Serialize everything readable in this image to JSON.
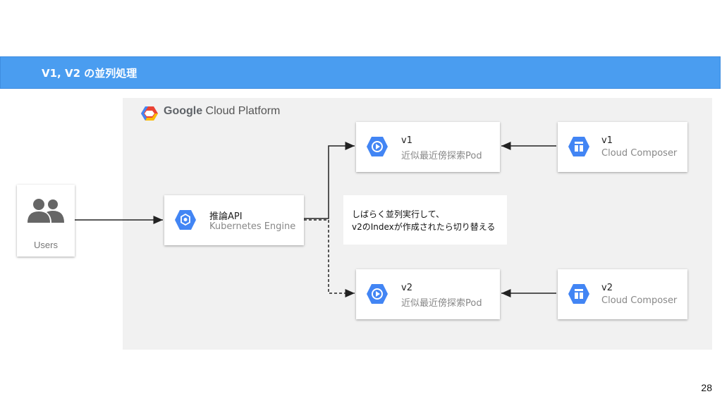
{
  "banner": {
    "title": "V1, V2 の並列処理"
  },
  "platform": {
    "label_bold": "Google",
    "label_rest": " Cloud Platform"
  },
  "users": {
    "label": "Users"
  },
  "inference": {
    "title": "推論API",
    "subtitle": "Kubernetes Engine"
  },
  "pod_v1": {
    "title": "v1",
    "subtitle": "近似最近傍探索Pod"
  },
  "pod_v2": {
    "title": "v2",
    "subtitle": "近似最近傍探索Pod"
  },
  "composer_v1": {
    "title": "v1",
    "subtitle": "Cloud Composer"
  },
  "composer_v2": {
    "title": "v2",
    "subtitle": "Cloud Composer"
  },
  "note": {
    "line1": "しばらく並列実行して、",
    "line2": "v2のIndexが作成されたら切り替える"
  },
  "page_number": "28",
  "colors": {
    "banner": "#4a9df0",
    "hex_icon": "#4285f4"
  },
  "icons": [
    "users-icon",
    "kubernetes-engine-icon",
    "compute-engine-icon",
    "cloud-composer-icon",
    "gcp-logo-icon"
  ]
}
